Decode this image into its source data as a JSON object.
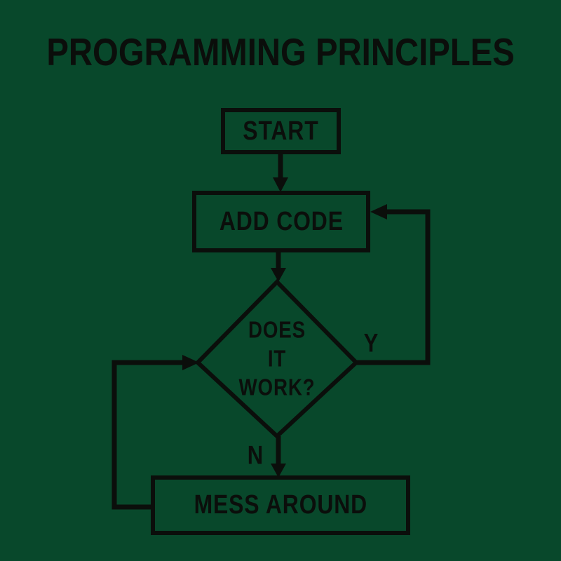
{
  "title": "PROGRAMMING PRINCIPLES",
  "colors": {
    "background": "#08482b",
    "ink": "#0b0e0b"
  },
  "flowchart": {
    "nodes": {
      "start": {
        "label": "START",
        "type": "process"
      },
      "add_code": {
        "label": "ADD CODE",
        "type": "process"
      },
      "decision": {
        "label": "DOES IT WORK?",
        "lines": [
          "DOES",
          "IT",
          "WORK?"
        ],
        "type": "decision"
      },
      "mess_around": {
        "label": "MESS AROUND",
        "type": "process"
      }
    },
    "edge_labels": {
      "yes": "Y",
      "no": "N"
    },
    "edges": [
      {
        "from": "start",
        "to": "add_code",
        "label": ""
      },
      {
        "from": "add_code",
        "to": "decision",
        "label": ""
      },
      {
        "from": "decision",
        "to": "add_code",
        "label": "Y"
      },
      {
        "from": "decision",
        "to": "mess_around",
        "label": "N"
      },
      {
        "from": "mess_around",
        "to": "decision",
        "label": ""
      }
    ]
  }
}
